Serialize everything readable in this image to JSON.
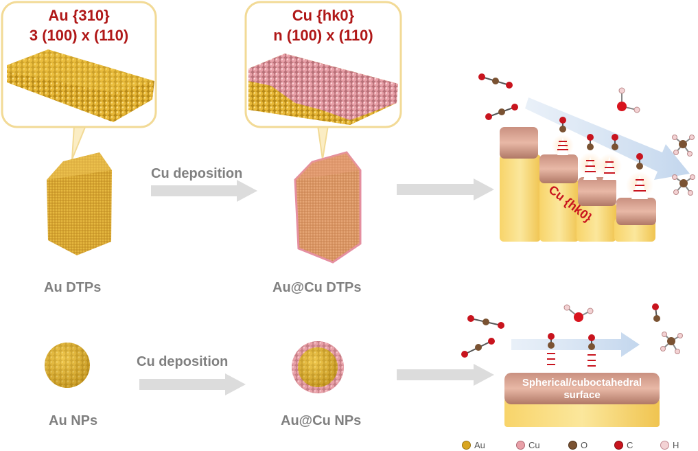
{
  "insets": {
    "au": {
      "line1": "Au {310}",
      "line2": "3 (100) x (110)"
    },
    "cu": {
      "line1": "Cu {hk0}",
      "line2": "n (100) x (110)"
    }
  },
  "steps": {
    "dtp_arrow_label": "Cu deposition",
    "np_arrow_label": "Cu deposition"
  },
  "particles": {
    "au_dtps": "Au DTPs",
    "aucu_dtps": "Au@Cu DTPs",
    "au_nps": "Au NPs",
    "aucu_nps": "Au@Cu NPs"
  },
  "surfaces": {
    "stepped_label": "Cu {hk0}",
    "flat_label_line1": "Spherical/cuboctahedral",
    "flat_label_line2": "surface"
  },
  "legend": [
    {
      "label": "Au",
      "color": "#d9a520"
    },
    {
      "label": "Cu",
      "color": "#e8a0a8"
    },
    {
      "label": "O",
      "color": "#7a5232"
    },
    {
      "label": "C",
      "color": "#c8141e"
    },
    {
      "label": "H",
      "color": "#f3d2d4"
    }
  ]
}
